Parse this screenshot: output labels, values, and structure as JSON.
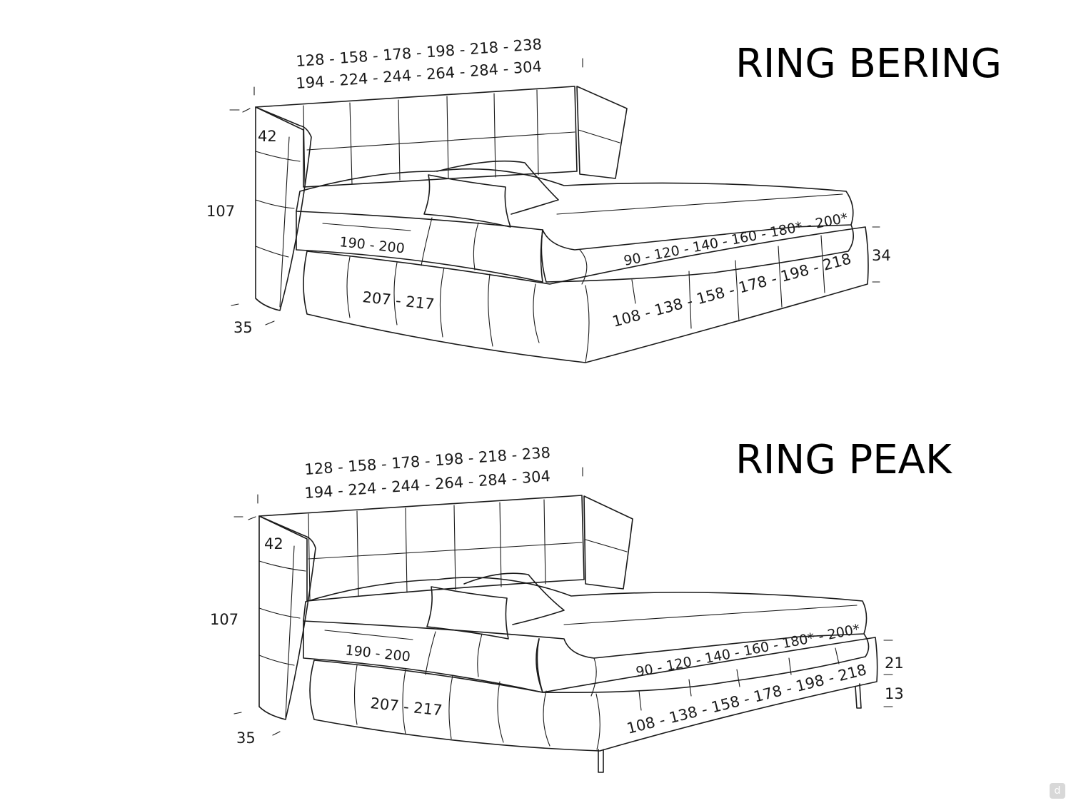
{
  "models": [
    {
      "title": "RING BERING",
      "width_line1": "128 - 158 - 178 - 198 - 218 - 238",
      "width_line2": "194 - 224 - 244 - 264 - 284 - 304",
      "side_panel_depth": "42",
      "total_height": "107",
      "side_panel_thickness": "35",
      "mattress_length": "190 - 200",
      "bed_length": "207 - 217",
      "mattress_widths": "90 - 120 - 140 - 160 - 180* - 200*",
      "bed_widths": "108 - 138 - 158 - 178 - 198 - 218",
      "base_height": "34"
    },
    {
      "title": "RING PEAK",
      "width_line1": "128 - 158 - 178 - 198 - 218 - 238",
      "width_line2": "194 - 224 - 244 - 264 - 284 - 304",
      "side_panel_depth": "42",
      "total_height": "107",
      "side_panel_thickness": "35",
      "mattress_length": "190 - 200",
      "bed_length": "207 - 217",
      "mattress_widths": "90 - 120 - 140 - 160 - 180* - 200*",
      "bed_widths": "108 - 138 - 158 - 178 - 198 - 218",
      "base_height": "21",
      "leg_height": "13"
    }
  ],
  "watermark": "d"
}
